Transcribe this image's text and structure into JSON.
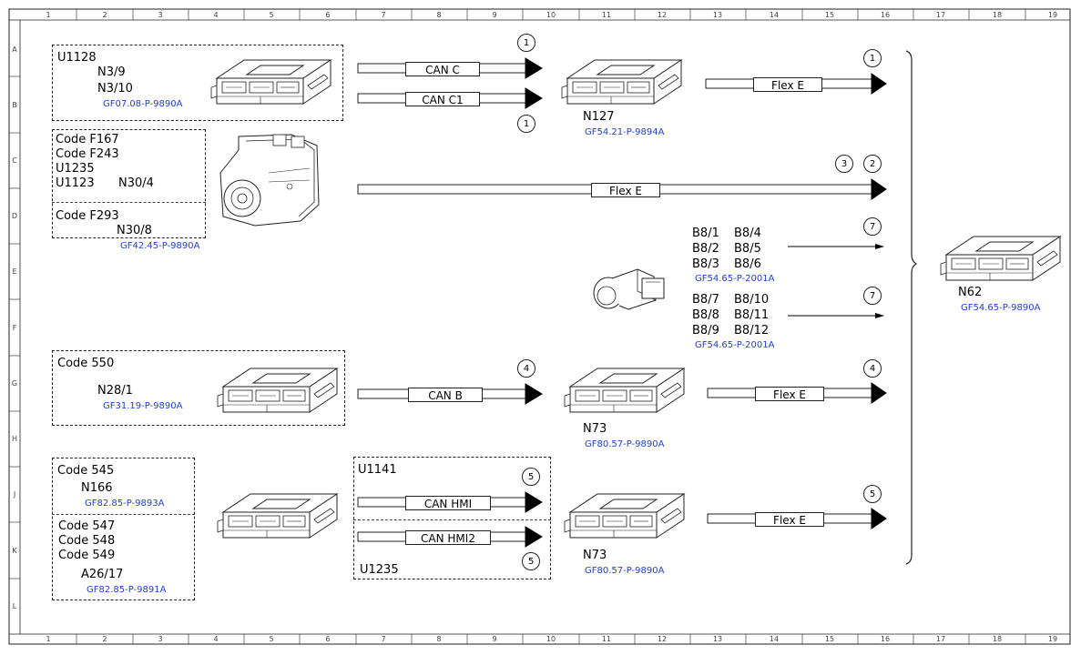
{
  "grid": {
    "columns": [
      "1",
      "2",
      "3",
      "4",
      "5",
      "6",
      "7",
      "8",
      "9",
      "10",
      "11",
      "12",
      "13",
      "14",
      "15",
      "16",
      "17",
      "18",
      "19"
    ],
    "rows": [
      "A",
      "B",
      "C",
      "D",
      "E",
      "F",
      "G",
      "H",
      "J",
      "K",
      "L"
    ]
  },
  "groups": {
    "u1128": {
      "title": "U1128",
      "sub1": "N3/9",
      "sub2": "N3/10",
      "ref": "GF07.08-P-9890A"
    },
    "f167": {
      "l1": "Code F167",
      "l2": "Code F243",
      "l3": "U1235",
      "l4": "U1123",
      "l4b": "N30/4",
      "l5": "Code F293",
      "l6": "N30/8",
      "ref": "GF42.45-P-9890A"
    },
    "code550": {
      "title": "Code 550",
      "sub": "N28/1",
      "ref": "GF31.19-P-9890A"
    },
    "code545": {
      "l1": "Code 545",
      "l2": "N166",
      "ref1": "GF82.85-P-9893A",
      "l3": "Code 547",
      "l4": "Code 548",
      "l5": "Code 549",
      "l6": "A26/17",
      "ref2": "GF82.85-P-9891A"
    },
    "hmi": {
      "top": "U1141",
      "bottom": "U1235"
    }
  },
  "buses": {
    "can_c": "CAN C",
    "can_c1": "CAN C1",
    "flex_e_1": "Flex E",
    "flex_e_2": "Flex E",
    "can_b": "CAN B",
    "flex_e_3": "Flex E",
    "can_hmi": "CAN HMI",
    "can_hmi2": "CAN HMI2",
    "flex_e_4": "Flex E"
  },
  "modules": {
    "n127": {
      "label": "N127",
      "ref": "GF54.21-P-9894A"
    },
    "n73a": {
      "label": "N73",
      "ref": "GF80.57-P-9890A"
    },
    "n73b": {
      "label": "N73",
      "ref": "GF80.57-P-9890A"
    },
    "n62": {
      "label": "N62",
      "ref": "GF54.65-P-9890A"
    }
  },
  "sensors": {
    "g1": {
      "r1a": "B8/1",
      "r1b": "B8/4",
      "r2a": "B8/2",
      "r2b": "B8/5",
      "r3a": "B8/3",
      "r3b": "B8/6",
      "ref": "GF54.65-P-2001A"
    },
    "g2": {
      "r1a": "B8/7",
      "r1b": "B8/10",
      "r2a": "B8/8",
      "r2b": "B8/11",
      "r3a": "B8/9",
      "r3b": "B8/12",
      "ref": "GF54.65-P-2001A"
    }
  },
  "markers": {
    "m1": "1",
    "m2": "1",
    "m3": "1",
    "m4": "3",
    "m5": "2",
    "m6": "7",
    "m7": "7",
    "m8": "4",
    "m9": "4",
    "m10": "5",
    "m11": "5",
    "m12": "5"
  },
  "icons": [
    "control-unit-icon",
    "actuator-icon",
    "sensor-icon",
    "arrow-icon"
  ]
}
